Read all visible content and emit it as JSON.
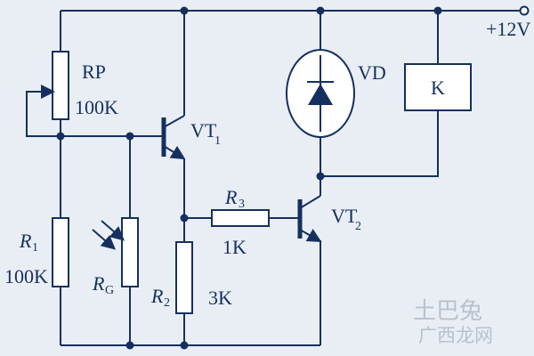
{
  "supply": {
    "label": "+12V"
  },
  "components": {
    "rp": {
      "name": "RP",
      "value": "100K"
    },
    "r1": {
      "name": "R",
      "sub": "1",
      "value": "100K"
    },
    "rg": {
      "name": "R",
      "sub": "G"
    },
    "r2": {
      "name": "R",
      "sub": "2",
      "value": "3K"
    },
    "r3": {
      "name": "R",
      "sub": "3",
      "value": "1K"
    },
    "vt1": {
      "name": "VT",
      "sub": "1"
    },
    "vt2": {
      "name": "VT",
      "sub": "2"
    },
    "vd": {
      "name": "VD"
    },
    "k": {
      "name": "K"
    }
  },
  "watermark": {
    "line1": "土巴兔",
    "line2": "广西龙网"
  },
  "colors": {
    "ink": "#15305e",
    "background": "#e9eef5",
    "watermark": "#b9c1cc"
  }
}
